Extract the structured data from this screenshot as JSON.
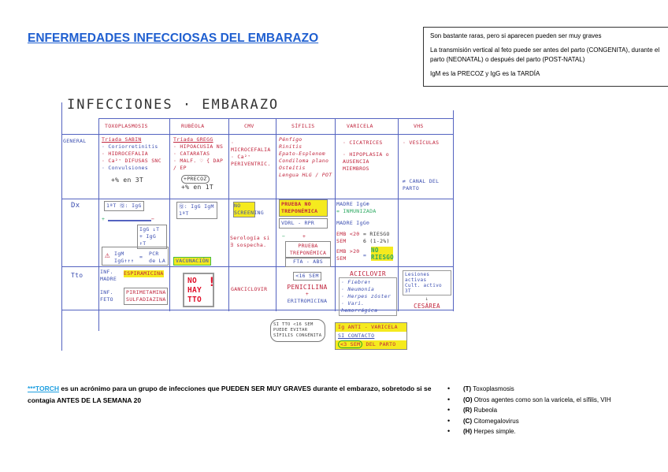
{
  "title": "ENFERMEDADES INFECCIOSAS DEL EMBARAZO",
  "note": {
    "line1": "Son bastante raras, pero si aparecen pueden ser muy graves",
    "line2": "La transmisión vertical al feto puede ser antes del parto (CONGENITA), durante el parto (NEONATAL) o después del parto (POST-NATAL)",
    "line3": "IgM es la PRECOZ y IgG es la TARDÍA"
  },
  "sheet": {
    "heading": "INFECCIONES · EMBARAZO",
    "columns": [
      "TOXOPLASMOSIS",
      "RUBÉOLA",
      "CMV",
      "SÍFILIS",
      "VARICELA",
      "VHS"
    ],
    "rows": [
      "GENERAL",
      "Dx",
      "Tto"
    ],
    "general": {
      "toxo": [
        "Tríada SABIN",
        "· Coriorretinitis",
        "· HIDROCEFALIA",
        "· Ca²⁺ DIFUSAS SNC",
        "· Convulsiones",
        "+% en 3T"
      ],
      "rubeola": [
        "Tríada GREGG",
        "· HIPOACUSIA NS",
        "· CATARATAS",
        "· MALF. ♡ { DAP / EP",
        "+PRECOZ",
        "+% en 1T"
      ],
      "cmv": [
        "· MICROCEFALIA",
        "· Ca²⁺ PERIVENTRIC."
      ],
      "sifilis": [
        "Pénfigo",
        "Rinitis",
        "Epato-Esplenom",
        "Condiloma plano",
        "Osteítis",
        "Lengua HLG / POT"
      ],
      "varicela": [
        "· CICATRICES",
        "· HIPOPLASIA o AUSENCIA MIEMBROS"
      ],
      "vhs": [
        "· VESÍCULAS",
        "⇄ CANAL DEL PARTO"
      ]
    },
    "dx": {
      "toxo": [
        "1ªT Ⓠ: IgG",
        "+",
        "−",
        "IgG ↓T + IgG ↑T",
        "IgM IgG↑↑↑",
        "=",
        "PCR de LA"
      ],
      "rubeola": [
        "Ⓠ: IgG IgM 1ªT",
        "VACUNACIÓN"
      ],
      "cmv": [
        "NO SCREENING",
        "Serología si ∃ sospecha."
      ],
      "sifilis": [
        "PRUEBA NO TREPONÉMICA",
        "VDRL - RPR",
        "−",
        "+",
        "PRUEBA TREPONÉMICA",
        "FTA - ABS"
      ],
      "varicela": [
        "MADRE IgG⊕",
        "= INMUNIZADA",
        "MADRE IgG⊖",
        "EMB <20 SEM",
        "= RIESGO 6 (1-2%)",
        "EMB >20 SEM",
        "=",
        "NO RIESGO"
      ]
    },
    "tto": {
      "toxo": [
        "INF. MADRE",
        "ESPIRAMICINA",
        "INF. FETO",
        "PIRIMETAMINA SULFADIAZINA"
      ],
      "rubeola": [
        "NO HAY TTO",
        "!"
      ],
      "cmv": [
        "GANCICLOVIR"
      ],
      "sifilis": [
        "<16 SEM",
        "PENICILINA",
        "+",
        "ERITROMICINA"
      ],
      "varicela": [
        "ACICLOVIR",
        "· Fiebre↑",
        "· Neumonía",
        "· Herpes zóster",
        "· Vari. hemorrágica"
      ],
      "vhs": [
        "Lesiones activas",
        "Cult. activo 3T",
        "CESÁREA"
      ]
    },
    "notes": {
      "sifilis": "SI TTO <16 SEM PUEDE EVITAR SÍFILIS CONGÉNITA",
      "varicela": [
        "Ig ANTI - VARICELA",
        "SI CONTACTO",
        "<3 SEM",
        "DEL PARTO"
      ]
    }
  },
  "torch": {
    "link": "***TORCH",
    "text1": " es un acrónimo para un grupo de infecciones que PUEDEN SER MUY GRAVES durante el embarazo, sobretodo si se contagia ANTES DE LA SEMANA 20"
  },
  "list": [
    {
      "k": "(T)",
      "v": " Toxoplasmosis"
    },
    {
      "k": "(O)",
      "v": " Otros agentes como son la varicela, el sífilis, VIH"
    },
    {
      "k": "(R)",
      "v": " Rubeola"
    },
    {
      "k": "(C)",
      "v": " Citomegalovirus"
    },
    {
      "k": "(H)",
      "v": " Herpes simple."
    }
  ]
}
